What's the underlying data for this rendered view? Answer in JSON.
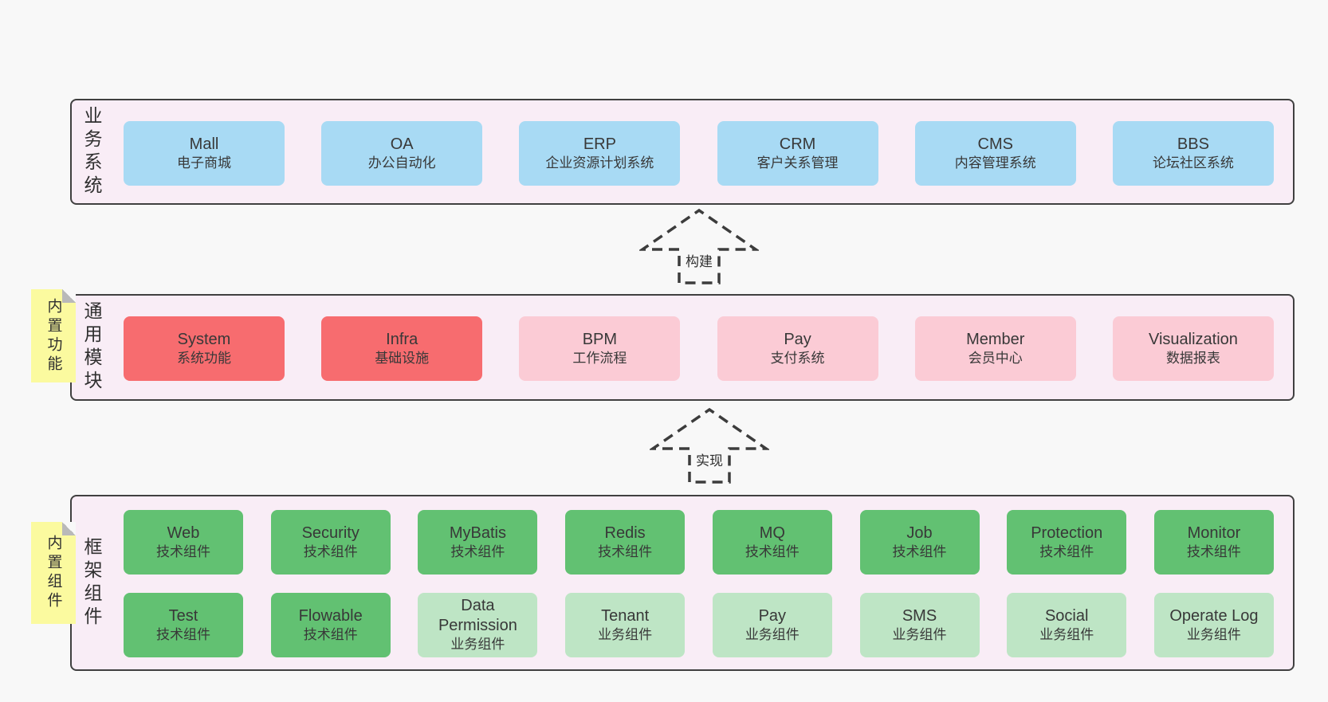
{
  "colors": {
    "page_bg": "#f8f8f8",
    "panel_bg": "#f9edf6",
    "panel_border": "#404040",
    "blue_box": "#a8daf4",
    "red_box": "#f76c6f",
    "pink_box": "#fbcbd5",
    "green_box": "#62c172",
    "light_green_box": "#bee5c5",
    "note_bg": "#fbfa9f",
    "note_fold": "#b9b9b9",
    "text": "#383838"
  },
  "arrows": [
    {
      "label": "构建"
    },
    {
      "label": "实现"
    }
  ],
  "layers": [
    {
      "label": "业务系统",
      "boxes": [
        {
          "name": "Mall",
          "desc": "电子商城"
        },
        {
          "name": "OA",
          "desc": "办公自动化"
        },
        {
          "name": "ERP",
          "desc": "企业资源计划系统"
        },
        {
          "name": "CRM",
          "desc": "客户关系管理"
        },
        {
          "name": "CMS",
          "desc": "内容管理系统"
        },
        {
          "name": "BBS",
          "desc": "论坛社区系统"
        }
      ]
    },
    {
      "label": "通用模块",
      "note": "内置功能",
      "boxes": [
        {
          "name": "System",
          "desc": "系统功能"
        },
        {
          "name": "Infra",
          "desc": "基础设施"
        },
        {
          "name": "BPM",
          "desc": "工作流程"
        },
        {
          "name": "Pay",
          "desc": "支付系统"
        },
        {
          "name": "Member",
          "desc": "会员中心"
        },
        {
          "name": "Visualization",
          "desc": "数据报表"
        }
      ]
    },
    {
      "label": "框架组件",
      "note": "内置组件",
      "rows": [
        [
          {
            "name": "Web",
            "desc": "技术组件"
          },
          {
            "name": "Security",
            "desc": "技术组件"
          },
          {
            "name": "MyBatis",
            "desc": "技术组件"
          },
          {
            "name": "Redis",
            "desc": "技术组件"
          },
          {
            "name": "MQ",
            "desc": "技术组件"
          },
          {
            "name": "Job",
            "desc": "技术组件"
          },
          {
            "name": "Protection",
            "desc": "技术组件"
          },
          {
            "name": "Monitor",
            "desc": "技术组件"
          }
        ],
        [
          {
            "name": "Test",
            "desc": "技术组件"
          },
          {
            "name": "Flowable",
            "desc": "技术组件"
          },
          {
            "name": "Data Permission",
            "desc": "业务组件"
          },
          {
            "name": "Tenant",
            "desc": "业务组件"
          },
          {
            "name": "Pay",
            "desc": "业务组件"
          },
          {
            "name": "SMS",
            "desc": "业务组件"
          },
          {
            "name": "Social",
            "desc": "业务组件"
          },
          {
            "name": "Operate Log",
            "desc": "业务组件"
          }
        ]
      ]
    }
  ]
}
